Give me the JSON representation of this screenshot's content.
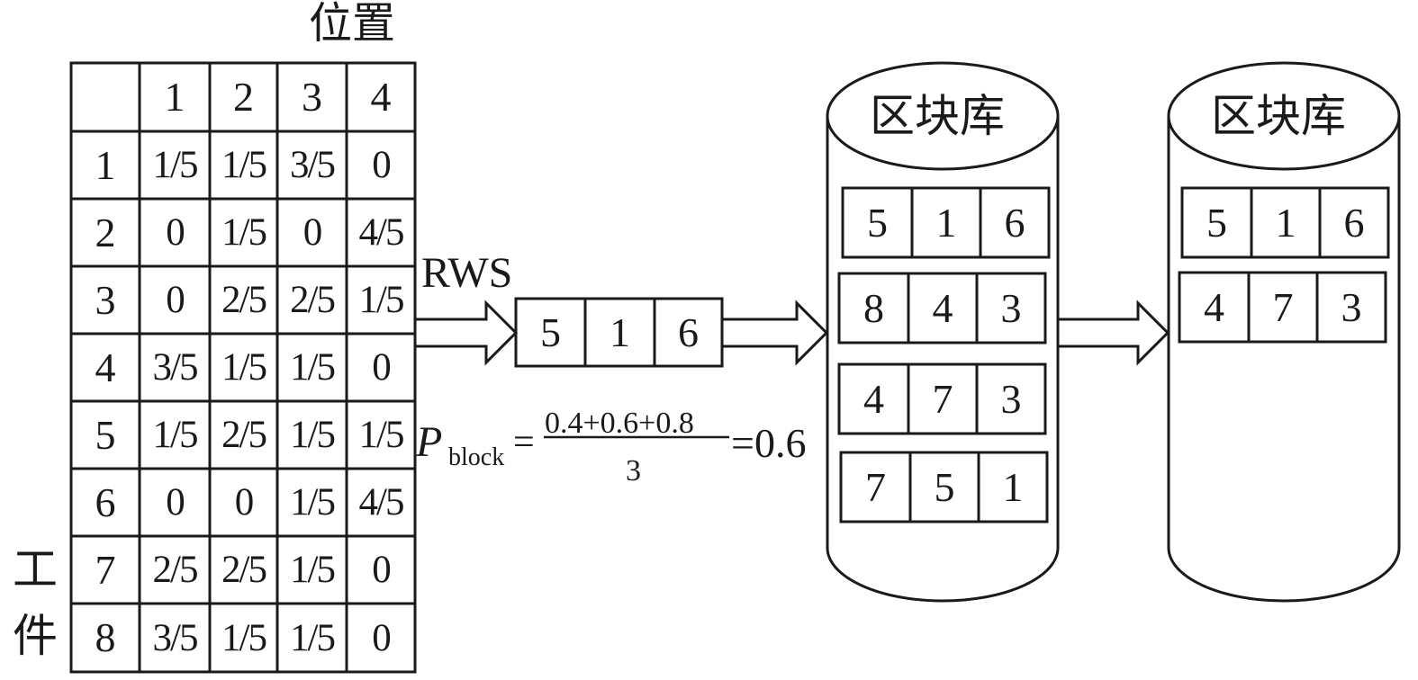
{
  "labels": {
    "position": "位置",
    "workpiece_1": "工",
    "workpiece_2": "件",
    "rws": "RWS"
  },
  "matrix": {
    "col_headers": [
      "1",
      "2",
      "3",
      "4"
    ],
    "rows": [
      {
        "id": "1",
        "values": [
          "1/5",
          "1/5",
          "3/5",
          "0"
        ]
      },
      {
        "id": "2",
        "values": [
          "0",
          "1/5",
          "0",
          "4/5"
        ]
      },
      {
        "id": "3",
        "values": [
          "0",
          "2/5",
          "2/5",
          "1/5"
        ]
      },
      {
        "id": "4",
        "values": [
          "3/5",
          "1/5",
          "1/5",
          "0"
        ]
      },
      {
        "id": "5",
        "values": [
          "1/5",
          "2/5",
          "1/5",
          "1/5"
        ]
      },
      {
        "id": "6",
        "values": [
          "0",
          "0",
          "1/5",
          "4/5"
        ]
      },
      {
        "id": "7",
        "values": [
          "2/5",
          "2/5",
          "1/5",
          "0"
        ]
      },
      {
        "id": "8",
        "values": [
          "3/5",
          "1/5",
          "1/5",
          "0"
        ]
      }
    ]
  },
  "selected_block": [
    "5",
    "1",
    "6"
  ],
  "formula": {
    "p": "P",
    "sub": "block",
    "eq": "=",
    "numerator": "0.4+0.6+0.8",
    "denominator": "3",
    "result": "=0.6"
  },
  "block_library_1": {
    "title": "区块库",
    "blocks": [
      [
        "5",
        "1",
        "6"
      ],
      [
        "8",
        "4",
        "3"
      ],
      [
        "4",
        "7",
        "3"
      ],
      [
        "7",
        "5",
        "1"
      ]
    ]
  },
  "block_library_2": {
    "title": "区块库",
    "blocks": [
      [
        "5",
        "1",
        "6"
      ],
      [
        "4",
        "7",
        "3"
      ]
    ]
  }
}
